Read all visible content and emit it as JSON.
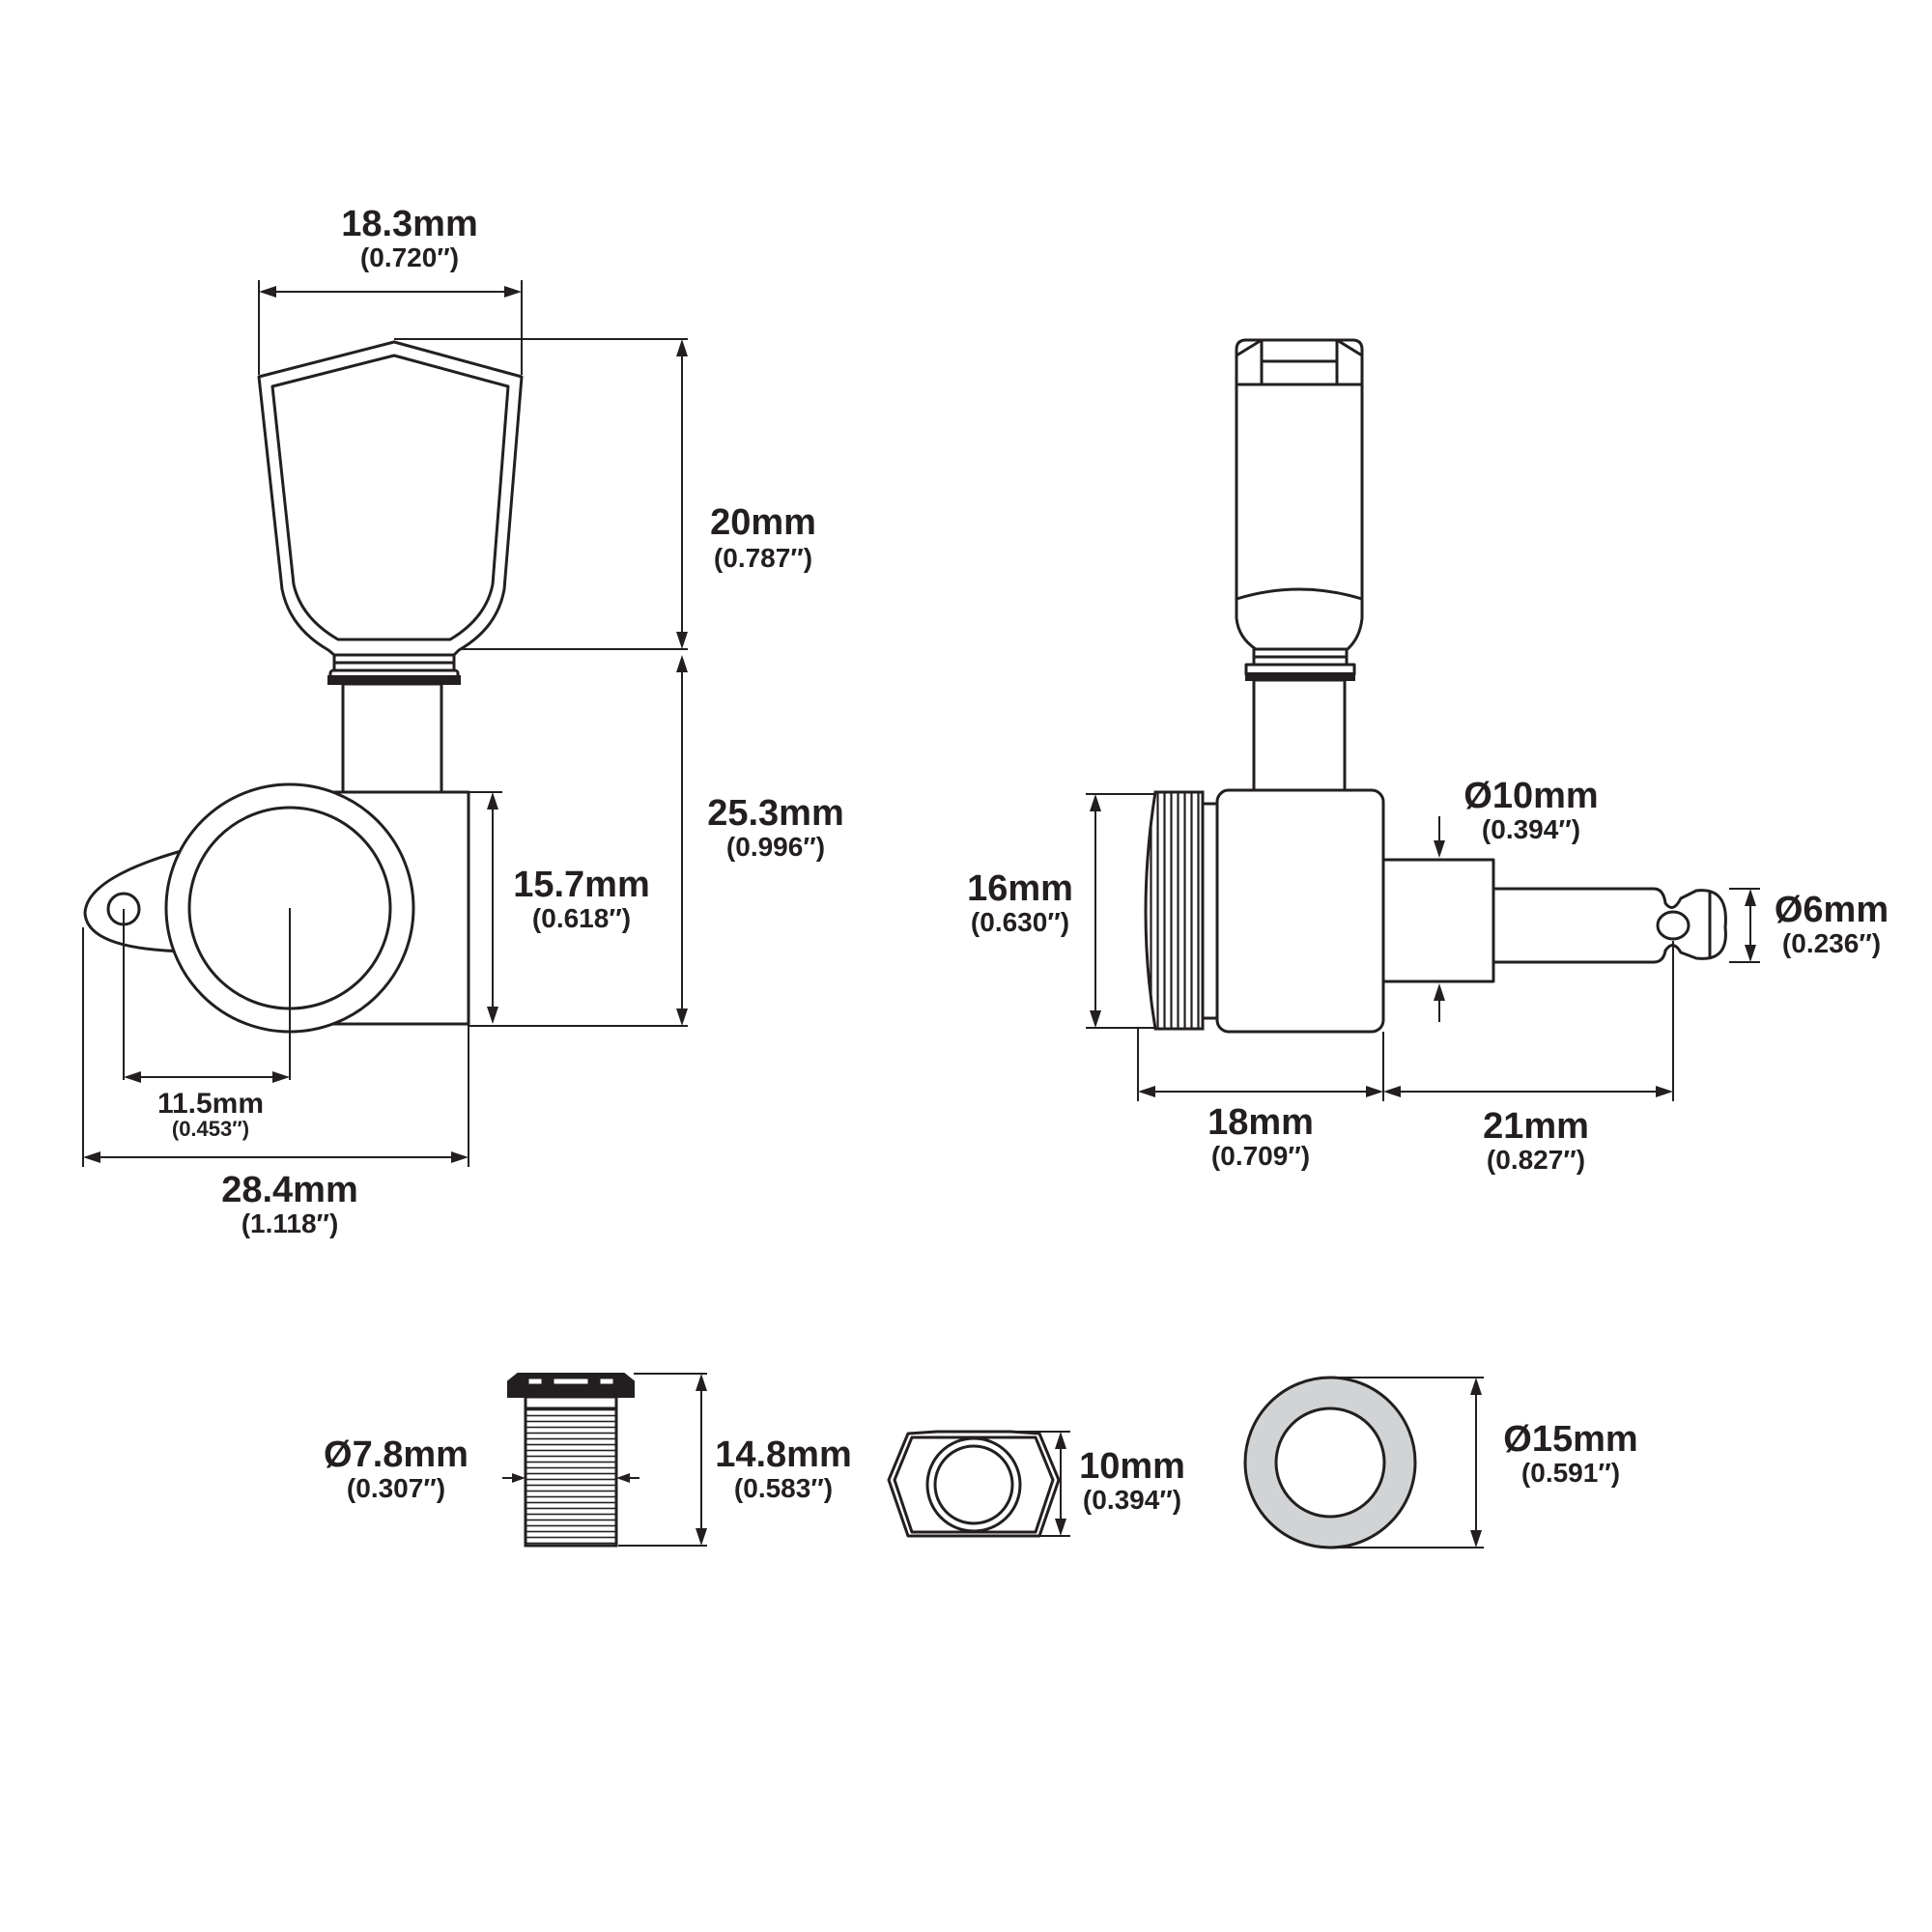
{
  "colors": {
    "line": "#231f20",
    "washer_fill": "#d1d3d4",
    "background": "#ffffff"
  },
  "front_view": {
    "button_width": {
      "mm": "18.3mm",
      "inch": "(0.720″)"
    },
    "button_height": {
      "mm": "20mm",
      "inch": "(0.787″)"
    },
    "shaft_to_base": {
      "mm": "25.3mm",
      "inch": "(0.996″)"
    },
    "housing_height": {
      "mm": "15.7mm",
      "inch": "(0.618″)"
    },
    "hole_to_center": {
      "mm": "11.5mm",
      "inch": "(0.453″)"
    },
    "overall_width": {
      "mm": "28.4mm",
      "inch": "(1.118″)"
    }
  },
  "side_view": {
    "post_diameter": {
      "mm": "Ø10mm",
      "inch": "(0.394″)"
    },
    "housing_height": {
      "mm": "16mm",
      "inch": "(0.630″)"
    },
    "string_post_diameter": {
      "mm": "Ø6mm",
      "inch": "(0.236″)"
    },
    "housing_width": {
      "mm": "18mm",
      "inch": "(0.709″)"
    },
    "post_length": {
      "mm": "21mm",
      "inch": "(0.827″)"
    }
  },
  "hardware": {
    "bushing_diameter": {
      "mm": "Ø7.8mm",
      "inch": "(0.307″)"
    },
    "bushing_length": {
      "mm": "14.8mm",
      "inch": "(0.583″)"
    },
    "nut_size": {
      "mm": "10mm",
      "inch": "(0.394″)"
    },
    "washer_diameter": {
      "mm": "Ø15mm",
      "inch": "(0.591″)"
    }
  }
}
